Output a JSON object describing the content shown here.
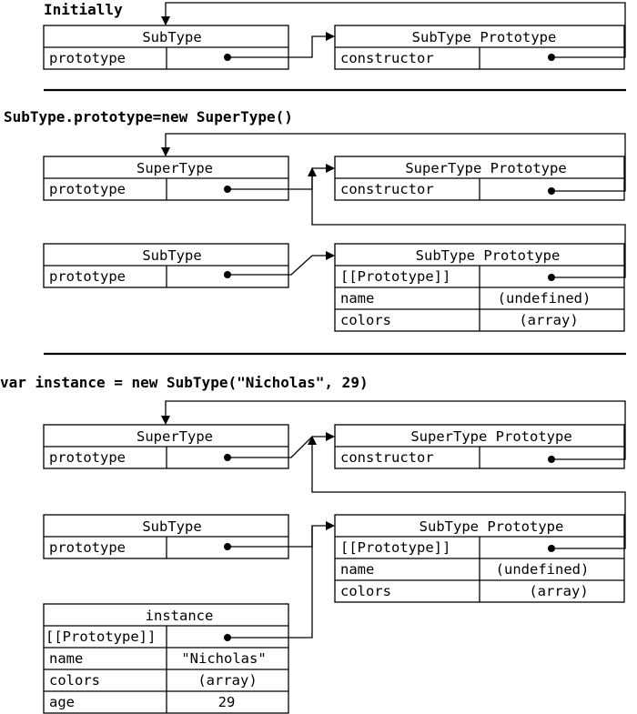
{
  "sections": [
    {
      "heading": "Initially",
      "tables": [
        {
          "title": "SubType",
          "rows": [
            {
              "key": "prototype",
              "value": ""
            }
          ]
        },
        {
          "title": "SubType Prototype",
          "rows": [
            {
              "key": "constructor",
              "value": ""
            }
          ]
        }
      ]
    },
    {
      "heading": "SubType.prototype=new SuperType()",
      "tables": [
        {
          "title": "SuperType",
          "rows": [
            {
              "key": "prototype",
              "value": ""
            }
          ]
        },
        {
          "title": "SuperType Prototype",
          "rows": [
            {
              "key": "constructor",
              "value": ""
            }
          ]
        },
        {
          "title": "SubType",
          "rows": [
            {
              "key": "prototype",
              "value": ""
            }
          ]
        },
        {
          "title": "SubType Prototype",
          "rows": [
            {
              "key": "[[Prototype]]",
              "value": ""
            },
            {
              "key": "name",
              "value": "(undefined)"
            },
            {
              "key": "colors",
              "value": "(array)"
            }
          ]
        }
      ]
    },
    {
      "heading": "var instance = new SubType(\"Nicholas\", 29)",
      "tables": [
        {
          "title": "SuperType",
          "rows": [
            {
              "key": "prototype",
              "value": ""
            }
          ]
        },
        {
          "title": "SuperType Prototype",
          "rows": [
            {
              "key": "constructor",
              "value": ""
            }
          ]
        },
        {
          "title": "SubType",
          "rows": [
            {
              "key": "prototype",
              "value": ""
            }
          ]
        },
        {
          "title": "SubType Prototype",
          "rows": [
            {
              "key": "[[Prototype]]",
              "value": ""
            },
            {
              "key": "name",
              "value": "(undefined)"
            },
            {
              "key": "colors",
              "value": "(array)"
            }
          ]
        },
        {
          "title": "instance",
          "rows": [
            {
              "key": "[[Prototype]]",
              "value": ""
            },
            {
              "key": "name",
              "value": "\"Nicholas\""
            },
            {
              "key": "colors",
              "value": "(array)"
            },
            {
              "key": "age",
              "value": "29"
            }
          ]
        }
      ]
    }
  ]
}
